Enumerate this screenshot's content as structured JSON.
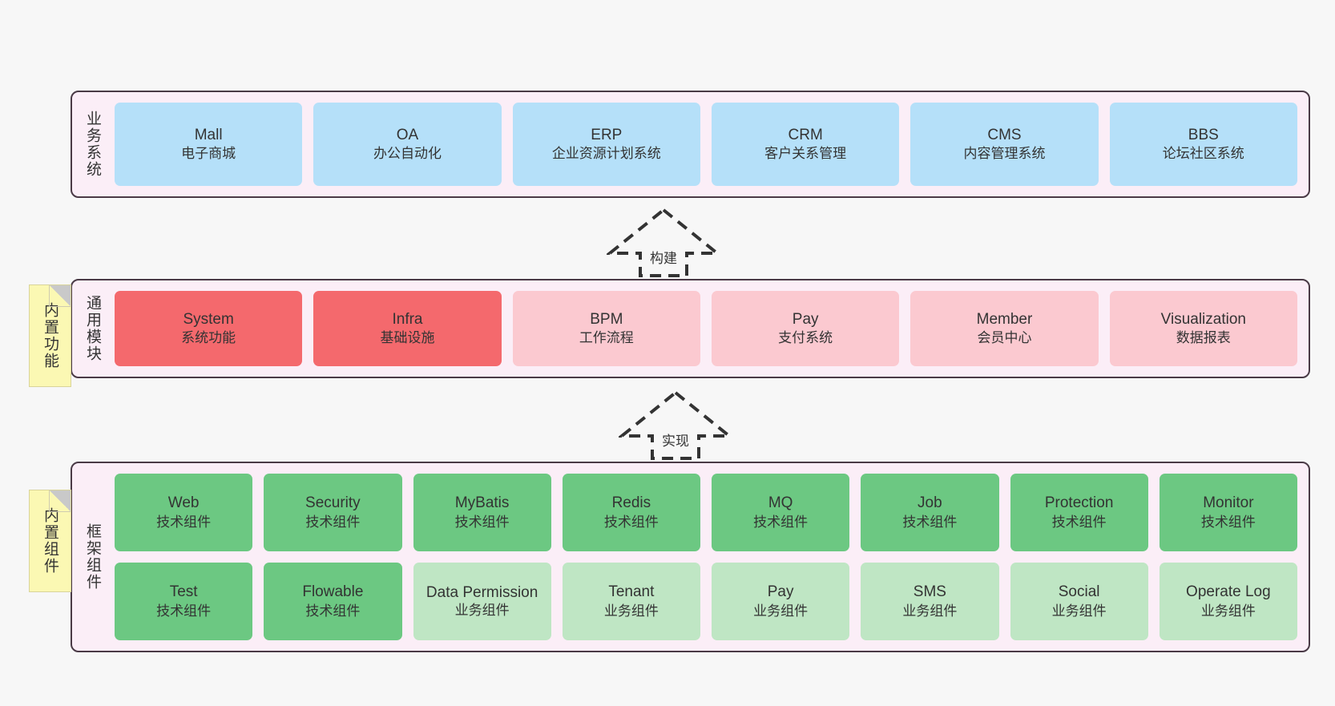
{
  "diagram": {
    "background": "#f7f7f7",
    "layers": [
      {
        "id": "business",
        "title": "业务系统",
        "container_color": "#fbeef7",
        "rows": [
          {
            "nodes": [
              {
                "en": "Mall",
                "cn": "电子商城",
                "color": "#b5e0f9",
                "style": "blue"
              },
              {
                "en": "OA",
                "cn": "办公自动化",
                "color": "#b5e0f9",
                "style": "blue"
              },
              {
                "en": "ERP",
                "cn": "企业资源计划系统",
                "color": "#b5e0f9",
                "style": "blue"
              },
              {
                "en": "CRM",
                "cn": "客户关系管理",
                "color": "#b5e0f9",
                "style": "blue"
              },
              {
                "en": "CMS",
                "cn": "内容管理系统",
                "color": "#b5e0f9",
                "style": "blue"
              },
              {
                "en": "BBS",
                "cn": "论坛社区系统",
                "color": "#b5e0f9",
                "style": "blue"
              }
            ]
          }
        ]
      },
      {
        "id": "common-modules",
        "title": "通用模块",
        "note": "内置功能",
        "container_color": "#fbeef7",
        "rows": [
          {
            "nodes": [
              {
                "en": "System",
                "cn": "系统功能",
                "color": "#f4696d",
                "style": "red-strong"
              },
              {
                "en": "Infra",
                "cn": "基础设施",
                "color": "#f4696d",
                "style": "red-strong"
              },
              {
                "en": "BPM",
                "cn": "工作流程",
                "color": "#fbc9d0",
                "style": "red-light"
              },
              {
                "en": "Pay",
                "cn": "支付系统",
                "color": "#fbc9d0",
                "style": "red-light"
              },
              {
                "en": "Member",
                "cn": "会员中心",
                "color": "#fbc9d0",
                "style": "red-light"
              },
              {
                "en": "Visualization",
                "cn": "数据报表",
                "color": "#fbc9d0",
                "style": "red-light"
              }
            ]
          }
        ]
      },
      {
        "id": "framework-components",
        "title": "框架组件",
        "note": "内置组件",
        "container_color": "#fbeef7",
        "rows": [
          {
            "nodes": [
              {
                "en": "Web",
                "cn": "技术组件",
                "color": "#6cc882",
                "style": "green-strong"
              },
              {
                "en": "Security",
                "cn": "技术组件",
                "color": "#6cc882",
                "style": "green-strong"
              },
              {
                "en": "MyBatis",
                "cn": "技术组件",
                "color": "#6cc882",
                "style": "green-strong"
              },
              {
                "en": "Redis",
                "cn": "技术组件",
                "color": "#6cc882",
                "style": "green-strong"
              },
              {
                "en": "MQ",
                "cn": "技术组件",
                "color": "#6cc882",
                "style": "green-strong"
              },
              {
                "en": "Job",
                "cn": "技术组件",
                "color": "#6cc882",
                "style": "green-strong"
              },
              {
                "en": "Protection",
                "cn": "技术组件",
                "color": "#6cc882",
                "style": "green-strong"
              },
              {
                "en": "Monitor",
                "cn": "技术组件",
                "color": "#6cc882",
                "style": "green-strong"
              }
            ]
          },
          {
            "nodes": [
              {
                "en": "Test",
                "cn": "技术组件",
                "color": "#6cc882",
                "style": "green-strong"
              },
              {
                "en": "Flowable",
                "cn": "技术组件",
                "color": "#6cc882",
                "style": "green-strong"
              },
              {
                "en": "Data Permission",
                "cn": "业务组件",
                "color": "#bfe6c4",
                "style": "green-light",
                "wrap": true
              },
              {
                "en": "Tenant",
                "cn": "业务组件",
                "color": "#bfe6c4",
                "style": "green-light"
              },
              {
                "en": "Pay",
                "cn": "业务组件",
                "color": "#bfe6c4",
                "style": "green-light"
              },
              {
                "en": "SMS",
                "cn": "业务组件",
                "color": "#bfe6c4",
                "style": "green-light"
              },
              {
                "en": "Social",
                "cn": "业务组件",
                "color": "#bfe6c4",
                "style": "green-light"
              },
              {
                "en": "Operate Log",
                "cn": "业务组件",
                "color": "#bfe6c4",
                "style": "green-light"
              }
            ]
          }
        ]
      }
    ],
    "arrows": [
      {
        "id": "build",
        "label": "构建",
        "style": "dashed-hollow-up"
      },
      {
        "id": "implement",
        "label": "实现",
        "style": "dashed-hollow-up"
      }
    ]
  }
}
